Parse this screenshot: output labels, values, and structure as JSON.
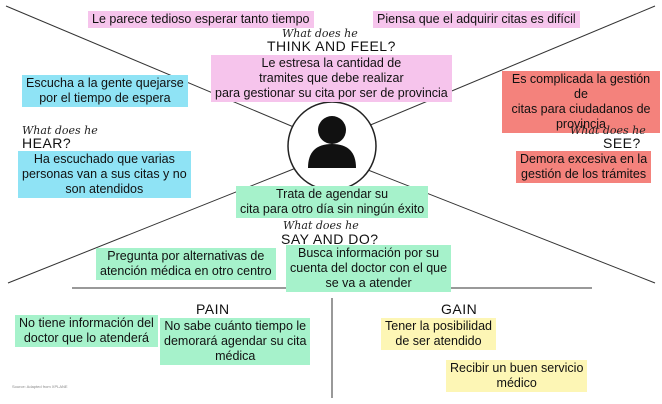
{
  "think_feel": {
    "prompt": "What does he",
    "title": "THINK AND FEEL?",
    "notes": [
      "Le parece tedioso esperar tanto tiempo",
      "Piensa que el adquirir citas es difícil",
      "Le estresa la cantidad de\ntramites que debe realizar\npara gestionar su cita por ser de provincia"
    ]
  },
  "hear": {
    "prompt": "What does he",
    "title": "HEAR?",
    "notes": [
      "Escucha a la gente quejarse\npor el tiempo de espera",
      "Ha escuchado que varias\npersonas van a sus citas y no\nson atendidos"
    ]
  },
  "see": {
    "prompt": "What does he",
    "title": "SEE?",
    "notes": [
      "Es complicada la gestión de\ncitas para ciudadanos de\nprovincia",
      "Demora excesiva en la\ngestión de los trámites"
    ]
  },
  "say_do": {
    "prompt": "What does he",
    "title": "SAY AND DO?",
    "notes": [
      "Trata de agendar su\ncita para otro día sin ningún éxito",
      "Pregunta por alternativas de\natención médica en otro centro",
      "Busca información por su\ncuenta del doctor con el que\nse va a atender"
    ]
  },
  "pain": {
    "title": "PAIN",
    "notes": [
      "No tiene información del\ndoctor que lo atenderá",
      "No sabe cuánto tiempo le\ndemorará agendar su cita\nmédica"
    ]
  },
  "gain": {
    "title": "GAIN",
    "notes": [
      "Tener la posibilidad\nde ser atendido",
      "Recibir un buen servicio\nmédico"
    ]
  },
  "footer": {
    "credit": "Source: Adapted from XPLANE"
  },
  "colors": {
    "think_feel": "#f6c4ec",
    "hear": "#8fe3f5",
    "see": "#f4827c",
    "say_do": "#a6f2cb",
    "gain": "#fdf6b5",
    "lines": "#333333"
  }
}
